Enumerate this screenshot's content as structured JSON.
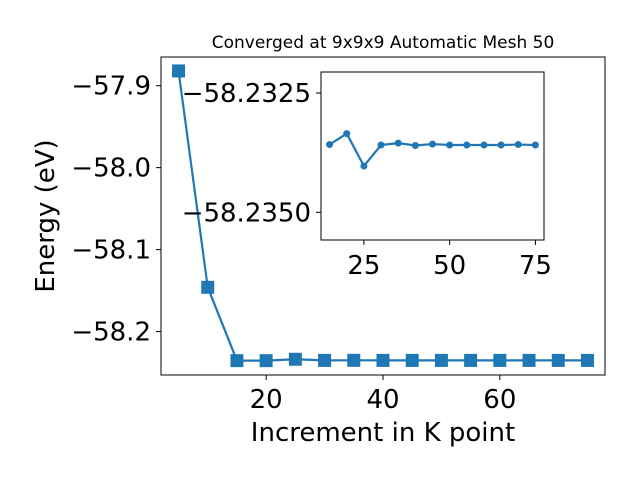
{
  "chart_data": [
    {
      "type": "line",
      "title": "Converged at 9x9x9 Automatic Mesh 50",
      "xlabel": "Increment in K point",
      "ylabel": "Energy (eV)",
      "xlim": [
        2,
        78
      ],
      "ylim": [
        -58.253,
        -57.865
      ],
      "xticks": [
        20,
        40,
        60
      ],
      "yticks": [
        -57.9,
        -58.0,
        -58.1,
        -58.2
      ],
      "ytick_labels": [
        "−57.9",
        "−58.0",
        "−58.1",
        "−58.2"
      ],
      "marker": "square",
      "color": "#1f77b4",
      "x": [
        5,
        10,
        15,
        20,
        25,
        30,
        35,
        40,
        45,
        50,
        55,
        60,
        65,
        70,
        75
      ],
      "values": [
        -57.882,
        -58.146,
        -58.2355,
        -58.2355,
        -58.2338,
        -58.2352,
        -58.2351,
        -58.2352,
        -58.2352,
        -58.2352,
        -58.2352,
        -58.2352,
        -58.2352,
        -58.2352,
        -58.2352
      ]
    },
    {
      "type": "line",
      "title": "",
      "xlim": [
        12.5,
        77.5
      ],
      "ylim": [
        -58.23558,
        -58.23206
      ],
      "xticks": [
        25,
        50,
        75
      ],
      "yticks": [
        -58.235,
        -58.2325
      ],
      "ytick_labels": [
        "−58.2350",
        "−58.2325"
      ],
      "marker": "circle",
      "color": "#1f77b4",
      "x": [
        15,
        20,
        25,
        30,
        35,
        40,
        45,
        50,
        55,
        60,
        65,
        70,
        75
      ],
      "values": [
        -58.23358,
        -58.23335,
        -58.23403,
        -58.23359,
        -58.23355,
        -58.2336,
        -58.23357,
        -58.23359,
        -58.23359,
        -58.23359,
        -58.23359,
        -58.23358,
        -58.23359
      ]
    }
  ]
}
